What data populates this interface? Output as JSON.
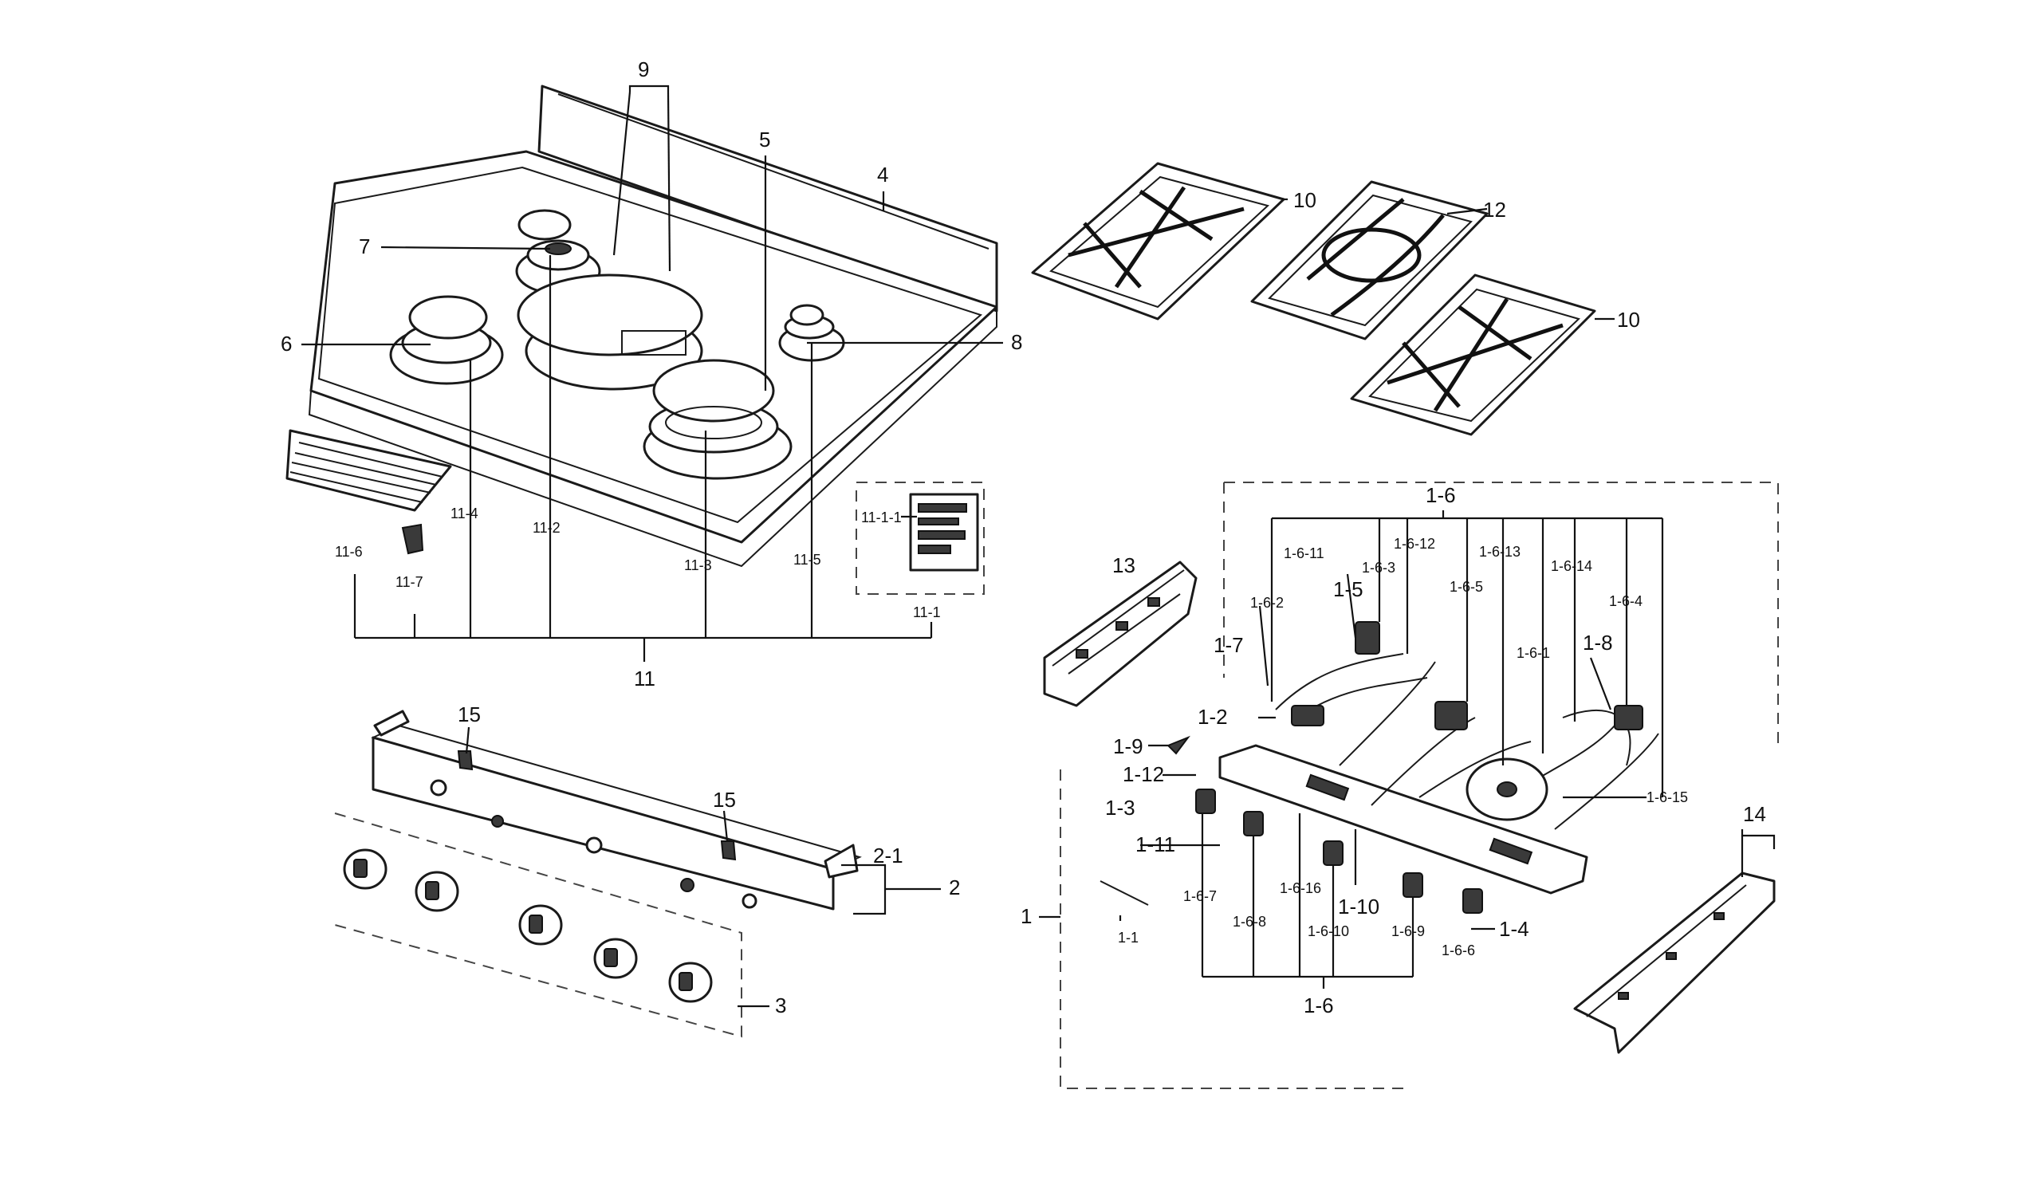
{
  "labels": {
    "l_9": "9",
    "l_5": "5",
    "l_4": "4",
    "l_7": "7",
    "l_6": "6",
    "l_8": "8",
    "l_10a": "10",
    "l_12": "12",
    "l_10b": "10",
    "l_11_4": "11-4",
    "l_11_2": "11-2",
    "l_11_3": "11-3",
    "l_11_5": "11-5",
    "l_11_6": "11-6",
    "l_11_7": "11-7",
    "l_11_1_1": "11-1-1",
    "l_11_1": "11-1",
    "l_11": "11",
    "l_15a": "15",
    "l_15b": "15",
    "l_2_1": "2-1",
    "l_2": "2",
    "l_3": "3",
    "l_1_6_top": "1-6",
    "l_1_6_11": "1-6-11",
    "l_1_6_12": "1-6-12",
    "l_1_6_3": "1-6-3",
    "l_1_6_13": "1-6-13",
    "l_1_6_5": "1-6-5",
    "l_1_6_14": "1-6-14",
    "l_1_6_2": "1-6-2",
    "l_1_5": "1-5",
    "l_1_6_4": "1-6-4",
    "l_1_6_1": "1-6-1",
    "l_1_7": "1-7",
    "l_1_8": "1-8",
    "l_13": "13",
    "l_1_2": "1-2",
    "l_1_9": "1-9",
    "l_1_12": "1-12",
    "l_1_3": "1-3",
    "l_1_11": "1-11",
    "l_1_6_15": "1-6-15",
    "l_14": "14",
    "l_1": "1",
    "l_1_1": "1-1",
    "l_1_6_7": "1-6-7",
    "l_1_6_8": "1-6-8",
    "l_1_6_16": "1-6-16",
    "l_1_6_10": "1-6-10",
    "l_1_10": "1-10",
    "l_1_6_9": "1-6-9",
    "l_1_4": "1-4",
    "l_1_6_6": "1-6-6",
    "l_1_6_bottom": "1-6"
  }
}
